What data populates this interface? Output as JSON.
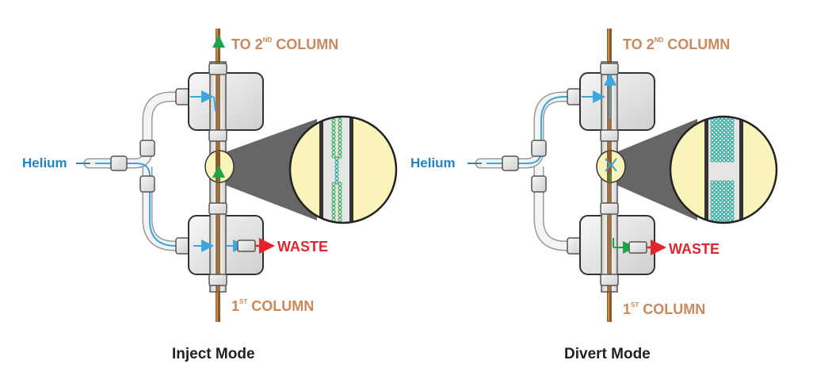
{
  "diagrams": [
    {
      "mode_label": "Inject Mode",
      "top_label": {
        "prefix": "TO 2",
        "sup": "ND",
        "suffix": " COLUMN"
      },
      "bottom_label": {
        "prefix": "1",
        "sup": "ST",
        "suffix": " COLUMN"
      },
      "helium_label": "Helium",
      "waste_label": "WASTE"
    },
    {
      "mode_label": "Divert Mode",
      "top_label": {
        "prefix": "TO 2",
        "sup": "ND",
        "suffix": " COLUMN"
      },
      "bottom_label": {
        "prefix": "1",
        "sup": "ST",
        "suffix": " COLUMN"
      },
      "helium_label": "Helium",
      "waste_label": "WASTE"
    }
  ],
  "colors": {
    "column_label": "#c9895a",
    "helium": "#1e86c7",
    "waste": "#e4242b",
    "mode_label": "#222222",
    "zoom_bg": "#faf4bb",
    "cone": "#666666",
    "dots": "#2aa9a0",
    "flow_green": "#1fa34a",
    "flow_blue": "#3aa7dd"
  }
}
